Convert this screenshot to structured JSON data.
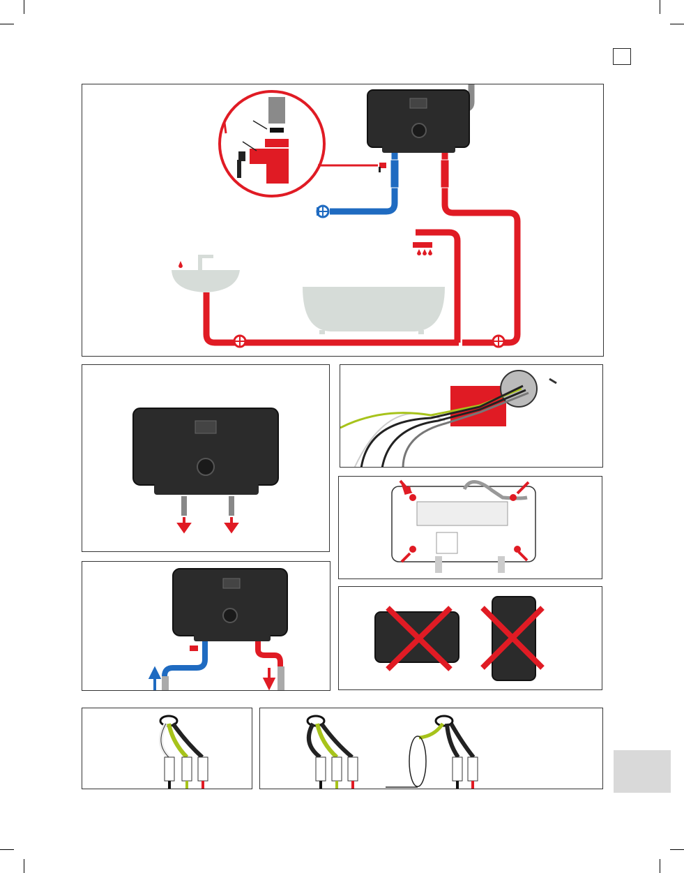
{
  "page": {
    "corner_box_text": "",
    "side_tab_text": ""
  },
  "colors": {
    "hot": "#e01b24",
    "cold": "#1f6bc1",
    "heater": "#2b2b2b",
    "fixture": "#d6dcd8",
    "earth": "#a7c31b",
    "cross": "#e01b24"
  },
  "icons": [
    "plumbing-diagram",
    "heater-unit",
    "sink",
    "bathtub",
    "shower-head",
    "valve-icon",
    "screw-icon",
    "cable-entry",
    "prohibited-cross",
    "terminal-block"
  ]
}
